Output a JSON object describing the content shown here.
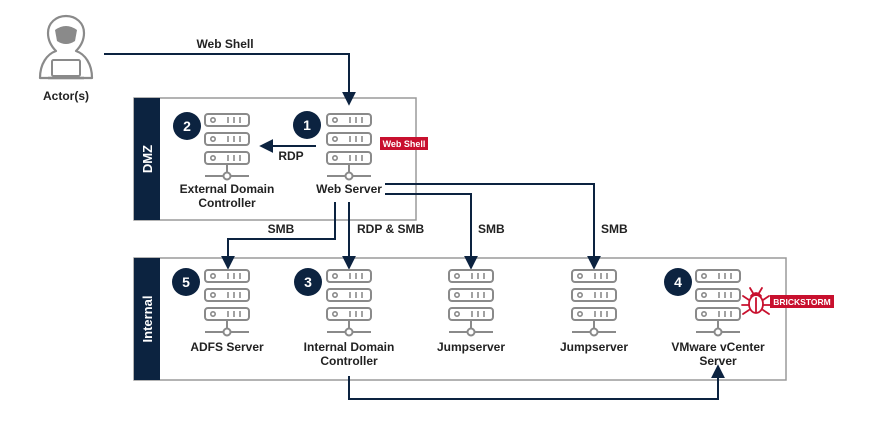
{
  "colors": {
    "navy": "#0c2340",
    "zone_border": "#9a9a9a",
    "server_stroke": "#8a8a8a",
    "alert_red": "#c8102e",
    "text": "#222222"
  },
  "actor": {
    "label": "Actor(s)",
    "icon": "hacker-with-laptop-icon"
  },
  "zones": {
    "dmz": {
      "label": "DMZ"
    },
    "internal": {
      "label": "Internal"
    }
  },
  "nodes": {
    "web_server": {
      "step": "1",
      "label": "Web Server",
      "icon": "server-icon"
    },
    "external_dc": {
      "step": "2",
      "label_lines": [
        "External Domain",
        "Controller"
      ],
      "icon": "server-icon"
    },
    "internal_dc": {
      "step": "3",
      "label_lines": [
        "Internal Domain",
        "Controller"
      ],
      "icon": "server-icon"
    },
    "vcenter": {
      "step": "4",
      "label_lines": [
        "VMware vCenter",
        "Server"
      ],
      "icon": "server-icon"
    },
    "adfs": {
      "step": "5",
      "label": "ADFS Server",
      "icon": "server-icon"
    },
    "jumpserver_1": {
      "label": "Jumpserver",
      "icon": "server-icon"
    },
    "jumpserver_2": {
      "label": "Jumpserver",
      "icon": "server-icon"
    }
  },
  "badges": {
    "web_shell": "Web Shell",
    "brickstorm": "BRICKSTORM",
    "brickstorm_icon": "malware-bug-icon"
  },
  "edges": {
    "actor_to_web": "Web Shell",
    "web_to_external_dc": "RDP",
    "web_to_adfs": "SMB",
    "web_to_internal_dc": "RDP & SMB",
    "web_to_jump1": "SMB",
    "web_to_jump2": "SMB"
  }
}
